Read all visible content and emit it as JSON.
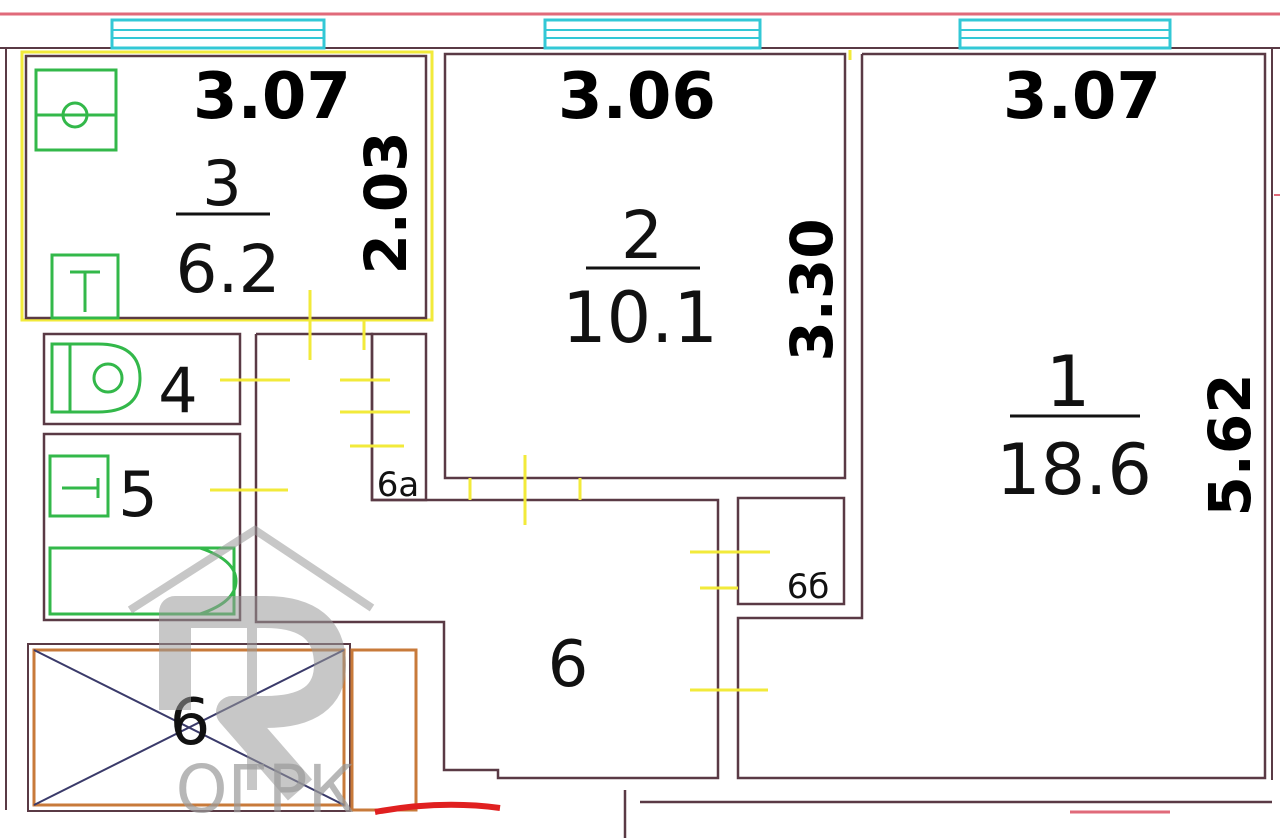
{
  "colors": {
    "wall": "#5a3a45",
    "window": "#33c8d6",
    "fixture": "#33b84a",
    "door_mark": "#f2ea3a",
    "shaft": "#c87a3a",
    "outer_wall": "#e06a7a",
    "watermark": "#9a9a9a",
    "accent_red": "#e02020"
  },
  "rooms": [
    {
      "number": "3",
      "area": "6.2",
      "width_label": "3.07",
      "length_label": "2.03"
    },
    {
      "number": "2",
      "area": "10.1",
      "width_label": "3.06",
      "length_label": "3.30"
    },
    {
      "number": "1",
      "area": "18.6",
      "width_label": "3.07",
      "length_label": "5.62"
    }
  ],
  "small_rooms": {
    "r4": "4",
    "r5": "5",
    "r6": "6",
    "r6a": "6а",
    "r6b": "6б",
    "shaft": "6"
  },
  "watermark": {
    "text": "ОГРК",
    "icon": "house-r-logo"
  }
}
